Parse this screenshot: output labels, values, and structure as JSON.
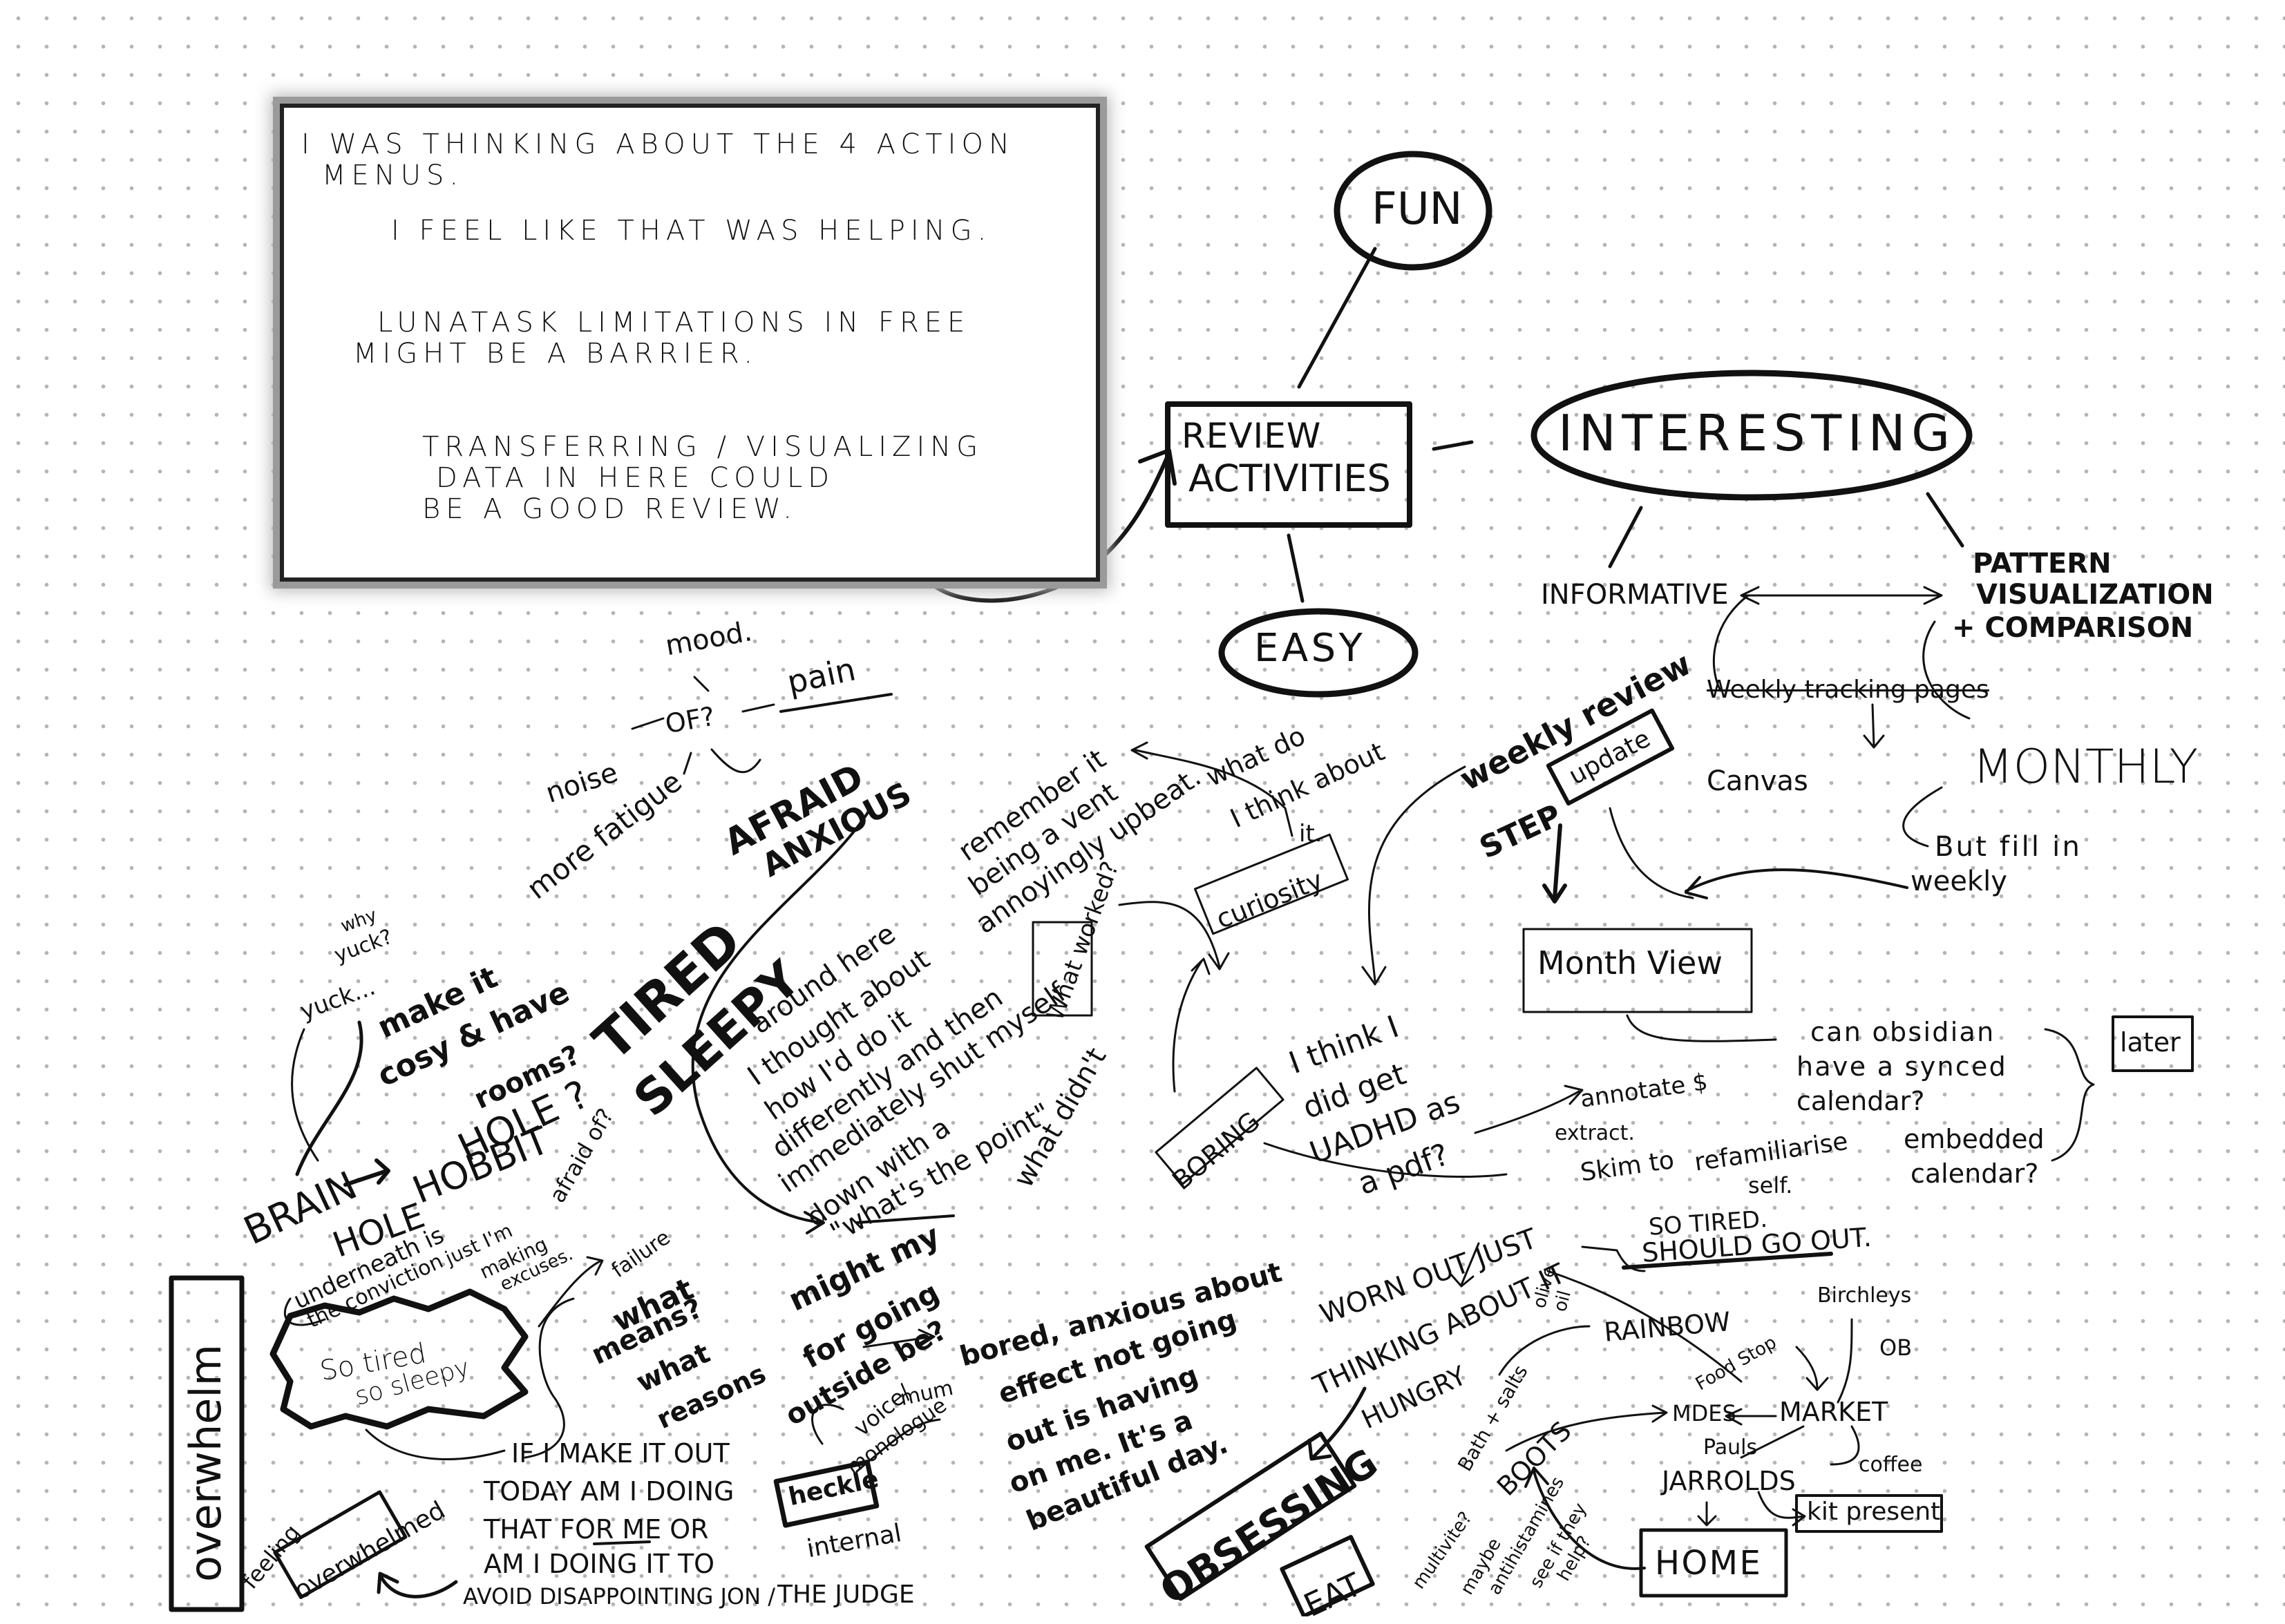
{
  "note": {
    "lines": [
      "I WAS  THINKING  ABOUT  THE  4  ACTION",
      "MENUS.",
      "I  FEEL  LIKE  THAT  WAS  HELPING.",
      "LUNATASK  LIMITATIONS  IN  FREE",
      "MIGHT  BE  A  BARRIER.",
      "TRANSFERRING /  VISUALIZING",
      "DATA  IN  HERE  COULD",
      "BE  A  GOOD  REVIEW."
    ]
  },
  "mindmap": {
    "review": [
      "REVIEW",
      "ACTIVITIES"
    ],
    "fun": "FUN",
    "easy": "EASY",
    "interesting": "INTERESTING",
    "informative": "INFORMATIVE",
    "pattern": [
      "PATTERN",
      "VISUALIZATION",
      "+ COMPARISON"
    ],
    "weekly_tracking": "Weekly tracking pages",
    "canvas": "Canvas",
    "monthly": "MONTHLY",
    "but_fill": [
      "But  fill  in",
      "weekly"
    ],
    "weekly_review": "weekly review",
    "step": "STEP",
    "update": "update",
    "month_view": "Month  View",
    "can_obsidian": [
      "can  obsidian",
      "have  a  synced",
      "calendar?"
    ],
    "embedded": [
      "embedded",
      "calendar?"
    ],
    "later": "later",
    "annotate": [
      "annotate $",
      "extract."
    ],
    "skim": [
      "Skim  to",
      "refamiliarise",
      "self."
    ],
    "i_think": [
      "I  think  I",
      "did  get",
      "UADHD  as",
      "a  pdf?"
    ],
    "boring": "BORING",
    "curiosity": "curiosity",
    "what_do": [
      "what  do",
      "I  think  about",
      "it."
    ],
    "what_worked": "What worked?",
    "what_didnt": "what  didn't"
  },
  "left": {
    "mood": "mood.",
    "of": "OF?",
    "pain": "pain",
    "noise": "noise",
    "more_fatigue": "more fatigue",
    "afraid": "AFRAID",
    "anxious": "ANXIOUS",
    "tired": "TIRED",
    "sleepy": "SLEEPY",
    "remember": [
      "remember it",
      "being a vent",
      "annoyingly upbeat."
    ],
    "around_here": [
      "around  here",
      "I  thought  about",
      "how  I'd  do  it",
      "differently  and  then",
      "immediately  shut  myself",
      "down  with  a",
      "\"what's  the  point\""
    ],
    "yuck": "yuck...",
    "why_yuck": [
      "why",
      "yuck?"
    ],
    "make_cosy": [
      "make it",
      "cosy & have",
      "rooms?"
    ],
    "brain": "BRAIN",
    "hole": "HOLE",
    "hobbit": "HOBBIT",
    "hobbit_hole": "HOLE ?",
    "underneath": [
      "underneath is",
      "the conviction",
      "just I'm",
      "making",
      "excuses."
    ],
    "afraid_of": [
      "afraid of?",
      "failure"
    ],
    "so_tired": [
      "So  tired",
      "so  sleepy"
    ],
    "overwhelm": "overwhelm",
    "what_means": [
      "what",
      "means?",
      "what",
      "reasons"
    ],
    "might_my": [
      "might  my",
      "for  going",
      "outside  be?"
    ],
    "bored": [
      "bored, anxious about",
      "effect  not  going",
      "out  is  having",
      "on  me.  It's  a",
      "beautiful  day."
    ],
    "mum_voice": [
      "mum",
      "voice/",
      "monologue"
    ],
    "if_i_make": [
      "IF I MAKE IT OUT",
      "TODAY  AM I  DOING",
      "THAT  FOR  ME  OR",
      "AM I  DOING  IT  TO",
      "AVOID  DISAPPOINTING  JON /"
    ],
    "the_judge": "THE  JUDGE",
    "internal": "internal",
    "heckle": "heckle",
    "feeling": "feeling",
    "overwhelmed": "overwhelmed"
  },
  "bottom": {
    "worn_out": [
      "WORN  OUT  JUST",
      "THINKING  ABOUT  IT"
    ],
    "hungry": "HUNGRY",
    "obsessing": "OBSESSING",
    "eat": "EAT",
    "so_tired": [
      "SO  TIRED.",
      "SHOULD  GO  OUT."
    ],
    "rainbow": "RAINBOW",
    "birchleys": "Birchleys",
    "ob": "OB",
    "food_stop": "Food Stop",
    "mdes": "MDES",
    "market": "MARKET",
    "pauls": "Pauls",
    "jarrolds": "JARROLDS",
    "coffee": "coffee",
    "kit_present": "kit present",
    "home": "HOME",
    "bath_salts": "Bath + salts",
    "boots": "BOOTS",
    "meds": [
      "multivite?",
      "BOOTS"
    ],
    "antihistamines": [
      "maybe",
      "antihistamines",
      "see if they",
      "help?"
    ],
    "olive_oil": [
      "olive",
      "oil"
    ]
  }
}
